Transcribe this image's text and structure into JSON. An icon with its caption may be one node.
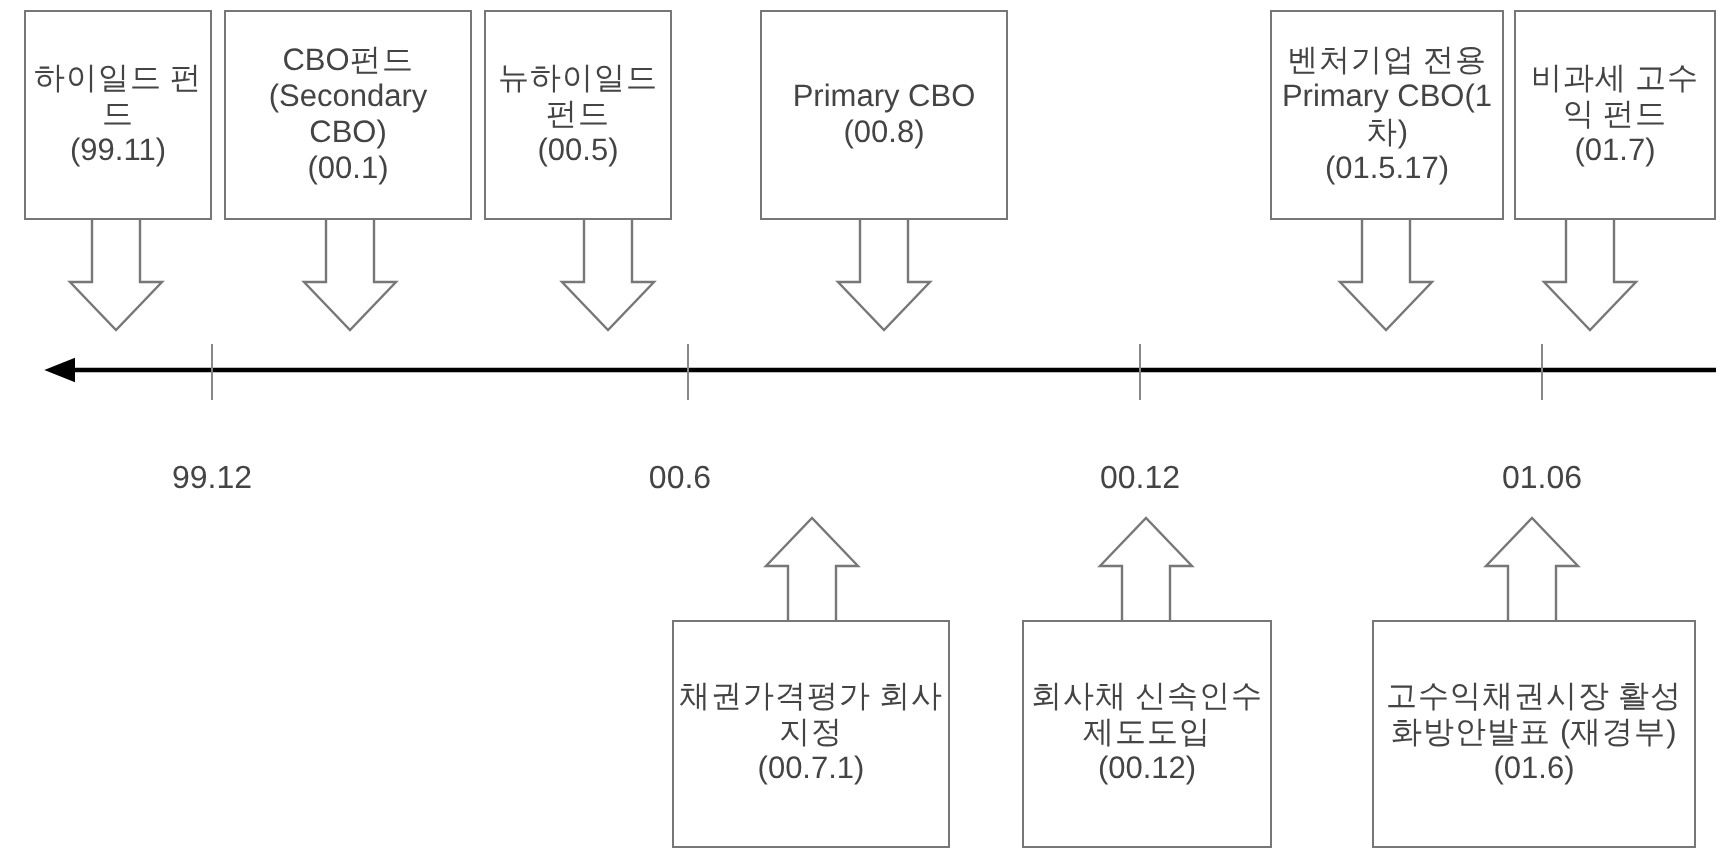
{
  "diagram": {
    "nodes": [
      {
        "text": [
          "하이일드 펀드",
          "(99.11)"
        ]
      },
      {
        "text": [
          "CBO펀드 (Secondary CBO)",
          "(00.1)"
        ]
      },
      {
        "text": [
          "뉴하이일드 펀드",
          "(00.5)"
        ]
      },
      {
        "text": [
          "Primary CBO",
          "(00.8)"
        ]
      },
      {
        "text": [
          "벤처기업 전용 Primary CBO(1차)",
          "(01.5.17)"
        ]
      },
      {
        "text": [
          "비과세 고수익 펀드",
          "(01.7)"
        ]
      },
      {
        "text": [
          "채권가격평가 회사 지정",
          "(00.7.1)"
        ]
      },
      {
        "text": [
          "회사채 신속인수 제도도입",
          "(00.12)"
        ]
      },
      {
        "text": [
          "고수익채권시장 활성화방안발표 (재경부)",
          "(01.6)"
        ]
      }
    ],
    "edges": [
      {
        "from": 0,
        "to": null,
        "arrow": "to"
      },
      {
        "from": 1,
        "to": null,
        "arrow": "to"
      },
      {
        "from": 2,
        "to": null,
        "arrow": "to"
      },
      {
        "from": 3,
        "to": null,
        "arrow": "to"
      },
      {
        "from": 4,
        "to": null,
        "arrow": "to"
      },
      {
        "from": 5,
        "to": null,
        "arrow": "to"
      },
      {
        "from": 6,
        "to": null,
        "arrow": "to"
      },
      {
        "from": 7,
        "to": null,
        "arrow": "to"
      },
      {
        "from": 8,
        "to": null,
        "arrow": "to"
      }
    ],
    "labels": [
      "99.12",
      "00.6",
      "00.12",
      "01.06"
    ]
  }
}
